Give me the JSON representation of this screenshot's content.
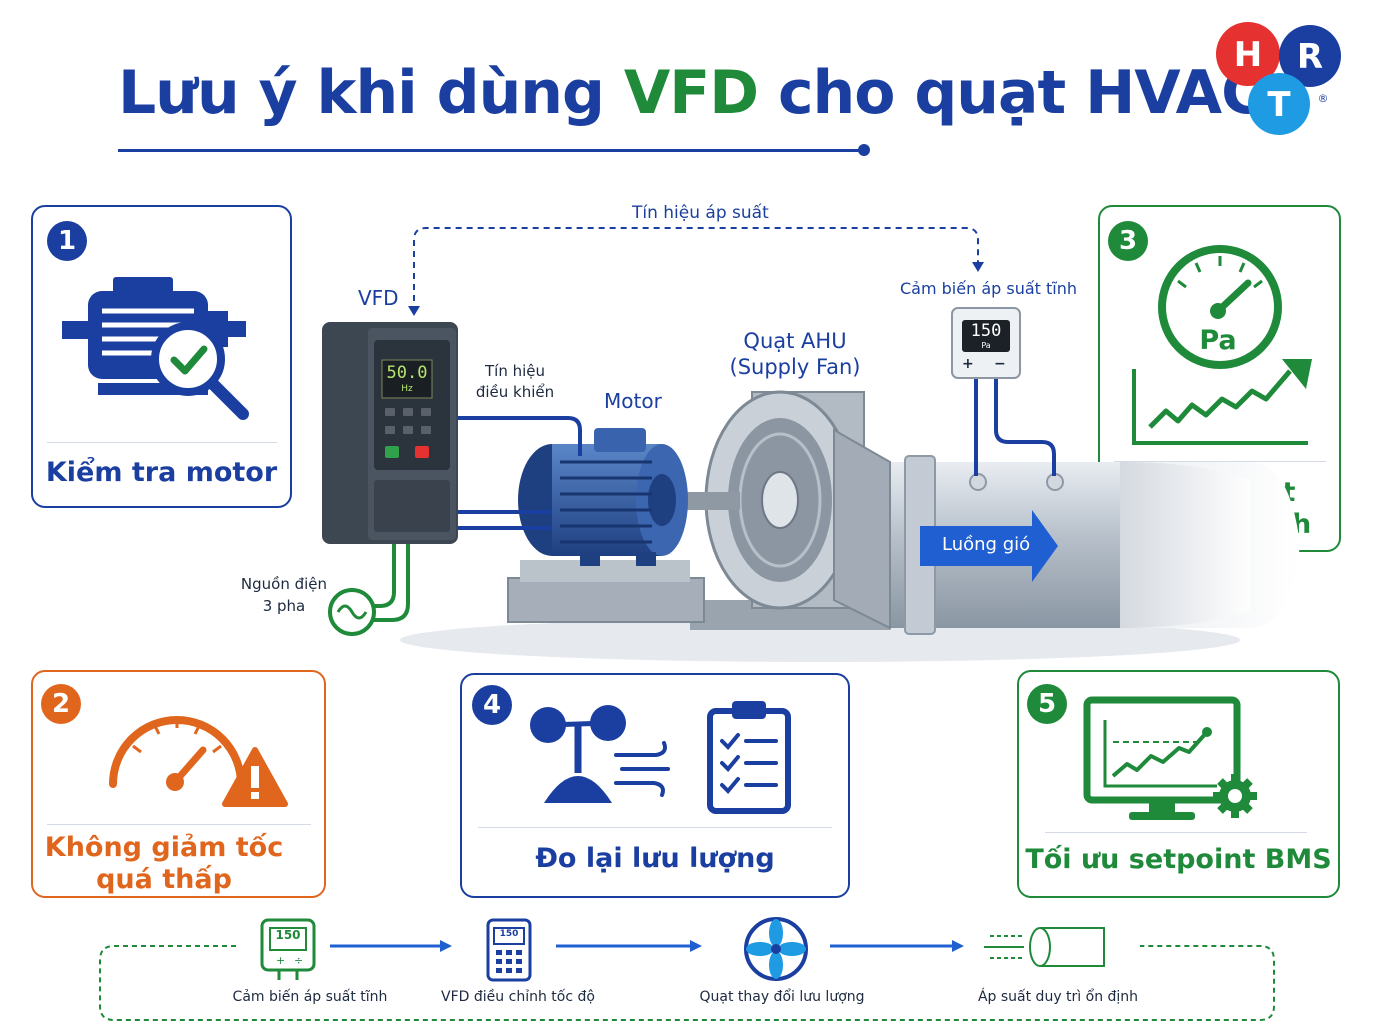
{
  "title": {
    "part1": "Lưu ý khi dùng ",
    "highlight": "VFD",
    "part2": " cho quạt HVAC"
  },
  "logo": {
    "letters": [
      "H",
      "R",
      "T"
    ],
    "registered": "®"
  },
  "cards": [
    {
      "number": "1",
      "label": "Kiểm tra motor",
      "color": "#1b3fa0"
    },
    {
      "number": "2",
      "label_line1": "Không giảm tốc",
      "label_line2": "quá thấp",
      "color": "#e0661e"
    },
    {
      "number": "3",
      "label_line1": "Kiểm soát",
      "label_line2": "áp suất tĩnh",
      "color": "#1e8a3a",
      "gauge_unit": "Pa"
    },
    {
      "number": "4",
      "label": "Đo lại lưu lượng",
      "color": "#1b3fa0"
    },
    {
      "number": "5",
      "label": "Tối ưu setpoint BMS",
      "color": "#1e8a3a"
    }
  ],
  "diagram": {
    "pressure_signal": "Tín hiệu áp suất",
    "vfd": "VFD",
    "vfd_display": "50.0",
    "vfd_display_unit": "Hz",
    "control_signal_line1": "Tín hiệu",
    "control_signal_line2": "điều khiển",
    "motor": "Motor",
    "fan_line1": "Quạt AHU",
    "fan_line2": "(Supply Fan)",
    "sensor": "Cảm biến áp suất tĩnh",
    "sensor_display": "150",
    "sensor_unit": "Pa",
    "sensor_plus": "+",
    "sensor_minus": "−",
    "airflow": "Luồng gió",
    "power_line1": "Nguồn điện",
    "power_line2": "3 pha"
  },
  "flow": [
    {
      "label": "Cảm biến áp suất tĩnh",
      "icon": "pressure-sensor-icon",
      "display": "150"
    },
    {
      "label": "VFD điều chỉnh tốc độ",
      "icon": "vfd-icon",
      "display": "150"
    },
    {
      "label": "Quạt thay đổi lưu lượng",
      "icon": "fan-icon"
    },
    {
      "label": "Áp suất duy trì ổn định",
      "icon": "duct-airflow-icon"
    }
  ],
  "colors": {
    "blue": "#1b3fa0",
    "green": "#1e8a3a",
    "orange": "#e0661e",
    "red": "#e5312f",
    "cyan": "#1e9be3"
  }
}
